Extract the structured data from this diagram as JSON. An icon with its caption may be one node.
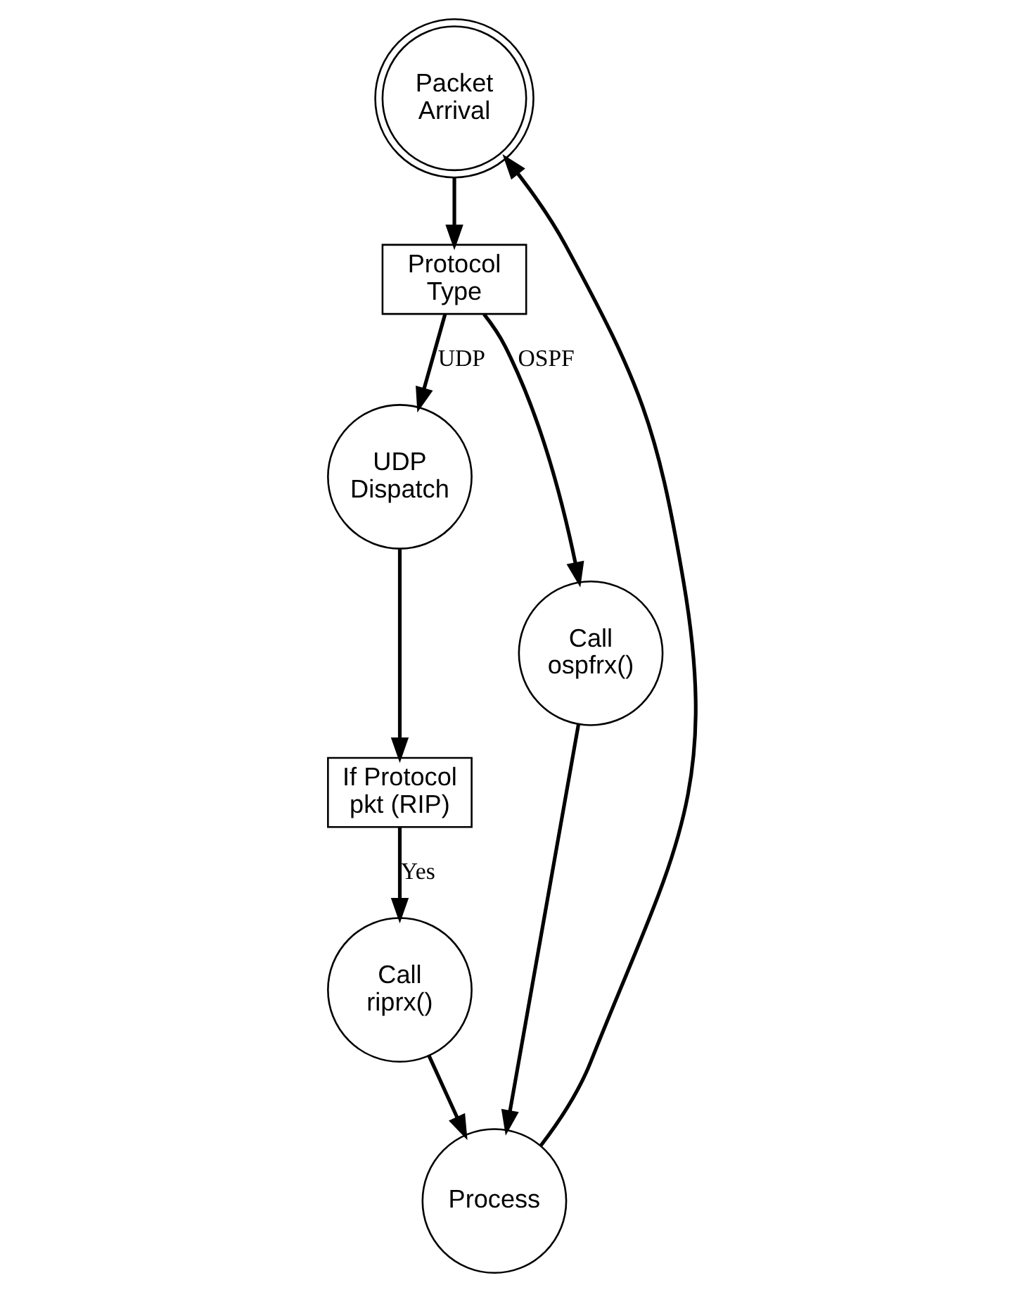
{
  "diagram": {
    "nodes": [
      {
        "text": [
          "Packet Arrival"
        ]
      },
      {
        "text": [
          "Protocol Type"
        ]
      },
      {
        "text": [
          "UDP Dispatch"
        ]
      },
      {
        "text": [
          "Call ospfrx()"
        ]
      },
      {
        "text": [
          "If Protocol pkt (RIP)"
        ]
      },
      {
        "text": [
          "Call riprx()"
        ]
      },
      {
        "text": [
          "Process"
        ]
      }
    ],
    "edges": [
      {
        "from": 0,
        "to": 1,
        "arrow": "to"
      },
      {
        "from": 1,
        "to": 2,
        "arrow": "to",
        "label": "UDP"
      },
      {
        "from": 1,
        "to": 3,
        "arrow": "to",
        "label": "OSPF"
      },
      {
        "from": 2,
        "to": 4,
        "arrow": "to"
      },
      {
        "from": 4,
        "to": 5,
        "arrow": "to",
        "label": "Yes"
      },
      {
        "from": 5,
        "to": 6,
        "arrow": "to"
      },
      {
        "from": 3,
        "to": 6,
        "arrow": "to"
      },
      {
        "from": 6,
        "to": 0,
        "arrow": "to"
      }
    ]
  }
}
